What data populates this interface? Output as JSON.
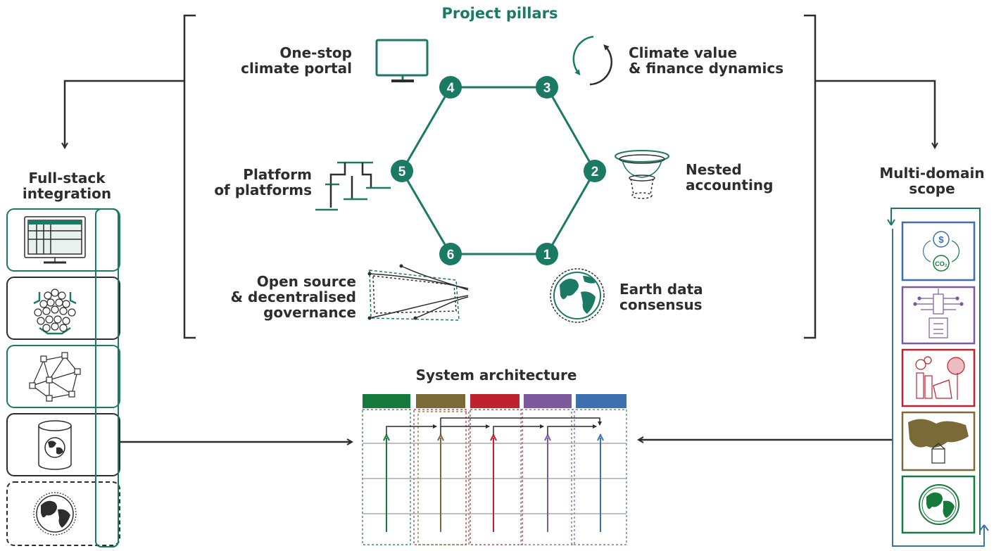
{
  "colors": {
    "teal": "#1a7a63",
    "dark": "#2d2d2d",
    "arch_green": "#157a3c",
    "arch_olive": "#7a6a38",
    "arch_red": "#c0212f",
    "arch_purple": "#7d5a9e",
    "arch_blue": "#3e6fae"
  },
  "pillars": {
    "title": "Project pillars",
    "nodes": [
      "1",
      "2",
      "3",
      "4",
      "5",
      "6"
    ],
    "items": {
      "p1": {
        "line1": "Earth data",
        "line2": "consensus",
        "icon": "globe-icon"
      },
      "p2": {
        "line1": "Nested",
        "line2": "accounting",
        "icon": "nested-rings-icon"
      },
      "p3": {
        "line1": "Climate value",
        "line2": "& finance dynamics",
        "icon": "cycle-arrows-icon"
      },
      "p4": {
        "line1": "One-stop",
        "line2": "climate portal",
        "icon": "monitor-icon"
      },
      "p5": {
        "line1": "Platform",
        "line2": "of platforms",
        "icon": "platforms-icon"
      },
      "p6": {
        "line1": "Open source",
        "line2": "& decentralised",
        "line3": "governance",
        "icon": "funnel-icon"
      }
    }
  },
  "left_panel": {
    "title_line1": "Full-stack",
    "title_line2": "integration",
    "icons": [
      "spreadsheet-monitor-icon",
      "hexagon-network-icon",
      "mesh-cubes-icon",
      "globe-database-icon",
      "globe-icon"
    ]
  },
  "right_panel": {
    "title_line1": "Multi-domain",
    "title_line2": "scope",
    "icons": [
      "finance-co2-cycle-icon",
      "data-hub-icon",
      "industry-tree-icon",
      "world-map-icon",
      "globe-icon"
    ]
  },
  "architecture": {
    "title": "System architecture"
  }
}
